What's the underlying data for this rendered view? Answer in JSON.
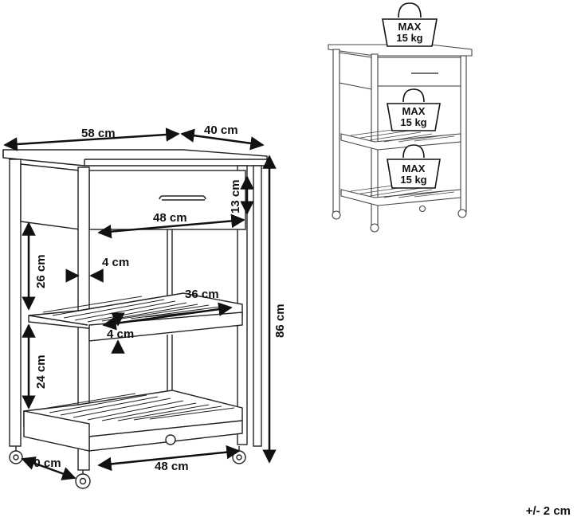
{
  "dimensions": {
    "width_top": "58 cm",
    "depth_top": "40 cm",
    "drawer_height": "13 cm",
    "drawer_width": "48 cm",
    "gap_upper": "26 cm",
    "leg_offset": "4 cm",
    "shelf_depth": "36 cm",
    "shelf_rim": "4 cm",
    "gap_lower": "24 cm",
    "total_height": "86 cm",
    "base_depth": "30 cm",
    "base_width": "48 cm"
  },
  "load_labels": [
    {
      "max": "MAX",
      "weight": "15 kg"
    },
    {
      "max": "MAX",
      "weight": "15 kg"
    },
    {
      "max": "MAX",
      "weight": "15 kg"
    }
  ],
  "tolerance": "+/- 2 cm"
}
